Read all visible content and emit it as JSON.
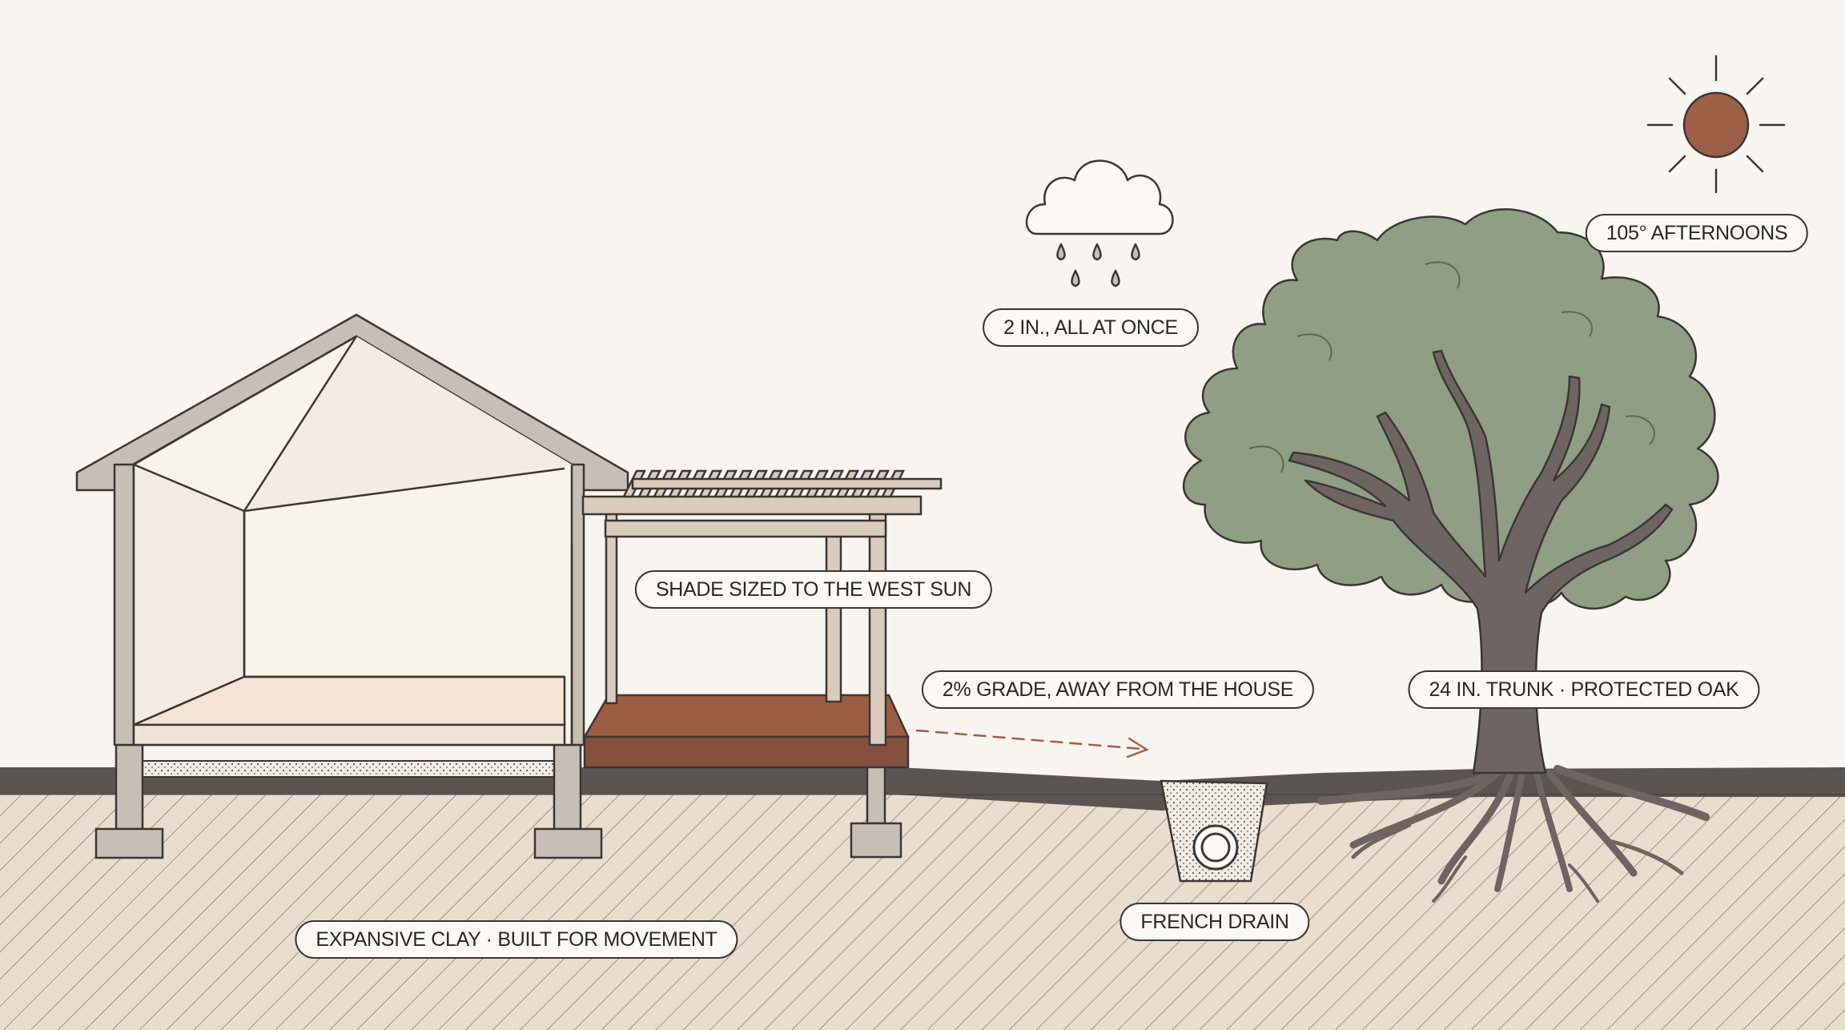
{
  "labels": {
    "heat": "105° AFTERNOONS",
    "rain": "2 IN., ALL AT ONCE",
    "shade": "SHADE SIZED TO THE WEST SUN",
    "grade": "2% GRADE, AWAY FROM THE HOUSE",
    "trunk": "24 IN. TRUNK · PROTECTED OAK",
    "drain": "FRENCH DRAIN",
    "clay": "EXPANSIVE CLAY · BUILT FOR MOVEMENT"
  },
  "colors": {
    "background": "#f8f5f0",
    "soil": "#e9ddd0",
    "ground_band": "#5c5452",
    "outline": "#3b3634",
    "house_wall": "#c7beb6",
    "deck": "#9c5d45",
    "pergola": "#d9cbbd",
    "canopy": "#8f9e85",
    "trunk": "#6e6462",
    "sun": "#9e5f48"
  },
  "icons": [
    "sun-icon",
    "rain-cloud-icon",
    "grade-arrow-icon",
    "drain-pipe-icon"
  ]
}
